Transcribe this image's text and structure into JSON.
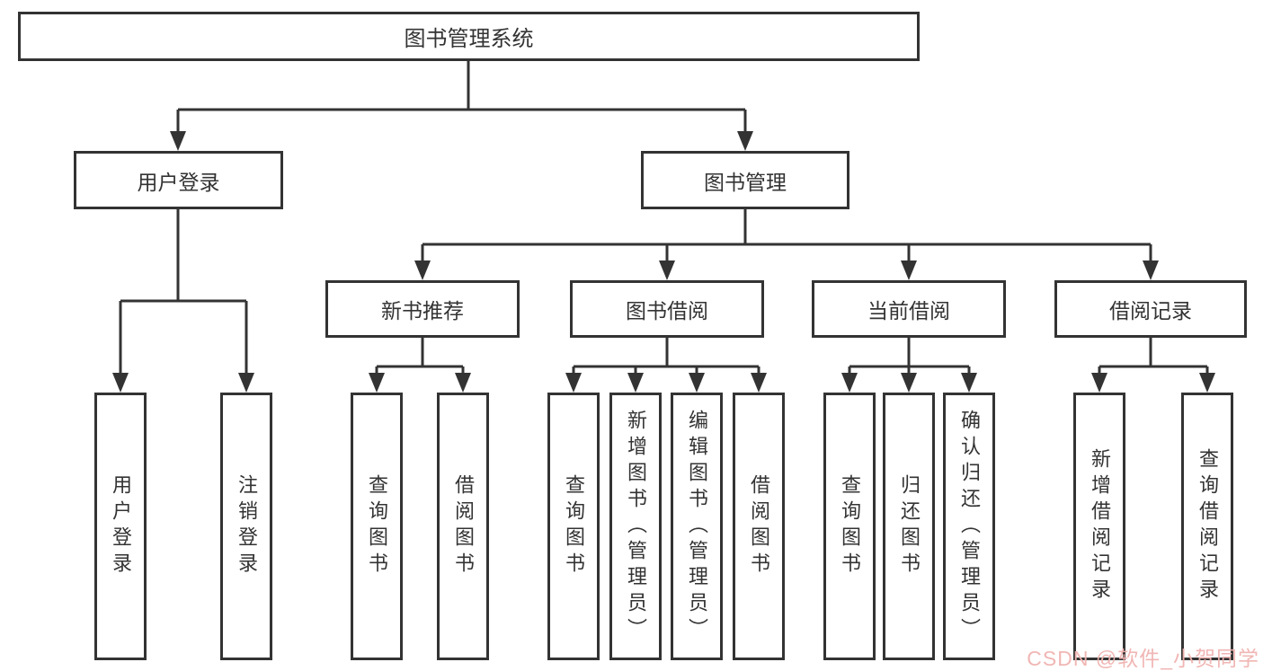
{
  "diagram": {
    "root": {
      "label": "图书管理系统"
    },
    "branches": [
      {
        "label": "用户登录",
        "children": [
          {
            "label": "用户登录"
          },
          {
            "label": "注销登录"
          }
        ]
      },
      {
        "label": "图书管理",
        "children": [
          {
            "label": "新书推荐",
            "children": [
              {
                "label": "查询图书"
              },
              {
                "label": "借阅图书"
              }
            ]
          },
          {
            "label": "图书借阅",
            "children": [
              {
                "label": "查询图书"
              },
              {
                "label": "新增图书（管理员）"
              },
              {
                "label": "编辑图书（管理员）"
              },
              {
                "label": "借阅图书"
              }
            ]
          },
          {
            "label": "当前借阅",
            "children": [
              {
                "label": "查询图书"
              },
              {
                "label": "归还图书"
              },
              {
                "label": "确认归还（管理员）"
              }
            ]
          },
          {
            "label": "借阅记录",
            "children": [
              {
                "label": "新增借阅记录"
              },
              {
                "label": "查询借阅记录"
              }
            ]
          }
        ]
      }
    ]
  },
  "colors": {
    "line": "#333333",
    "border": "#333333",
    "text": "#333333",
    "watermark": "#f0b3b0"
  },
  "watermark": {
    "text": "CSDN @软件_小贺同学"
  }
}
